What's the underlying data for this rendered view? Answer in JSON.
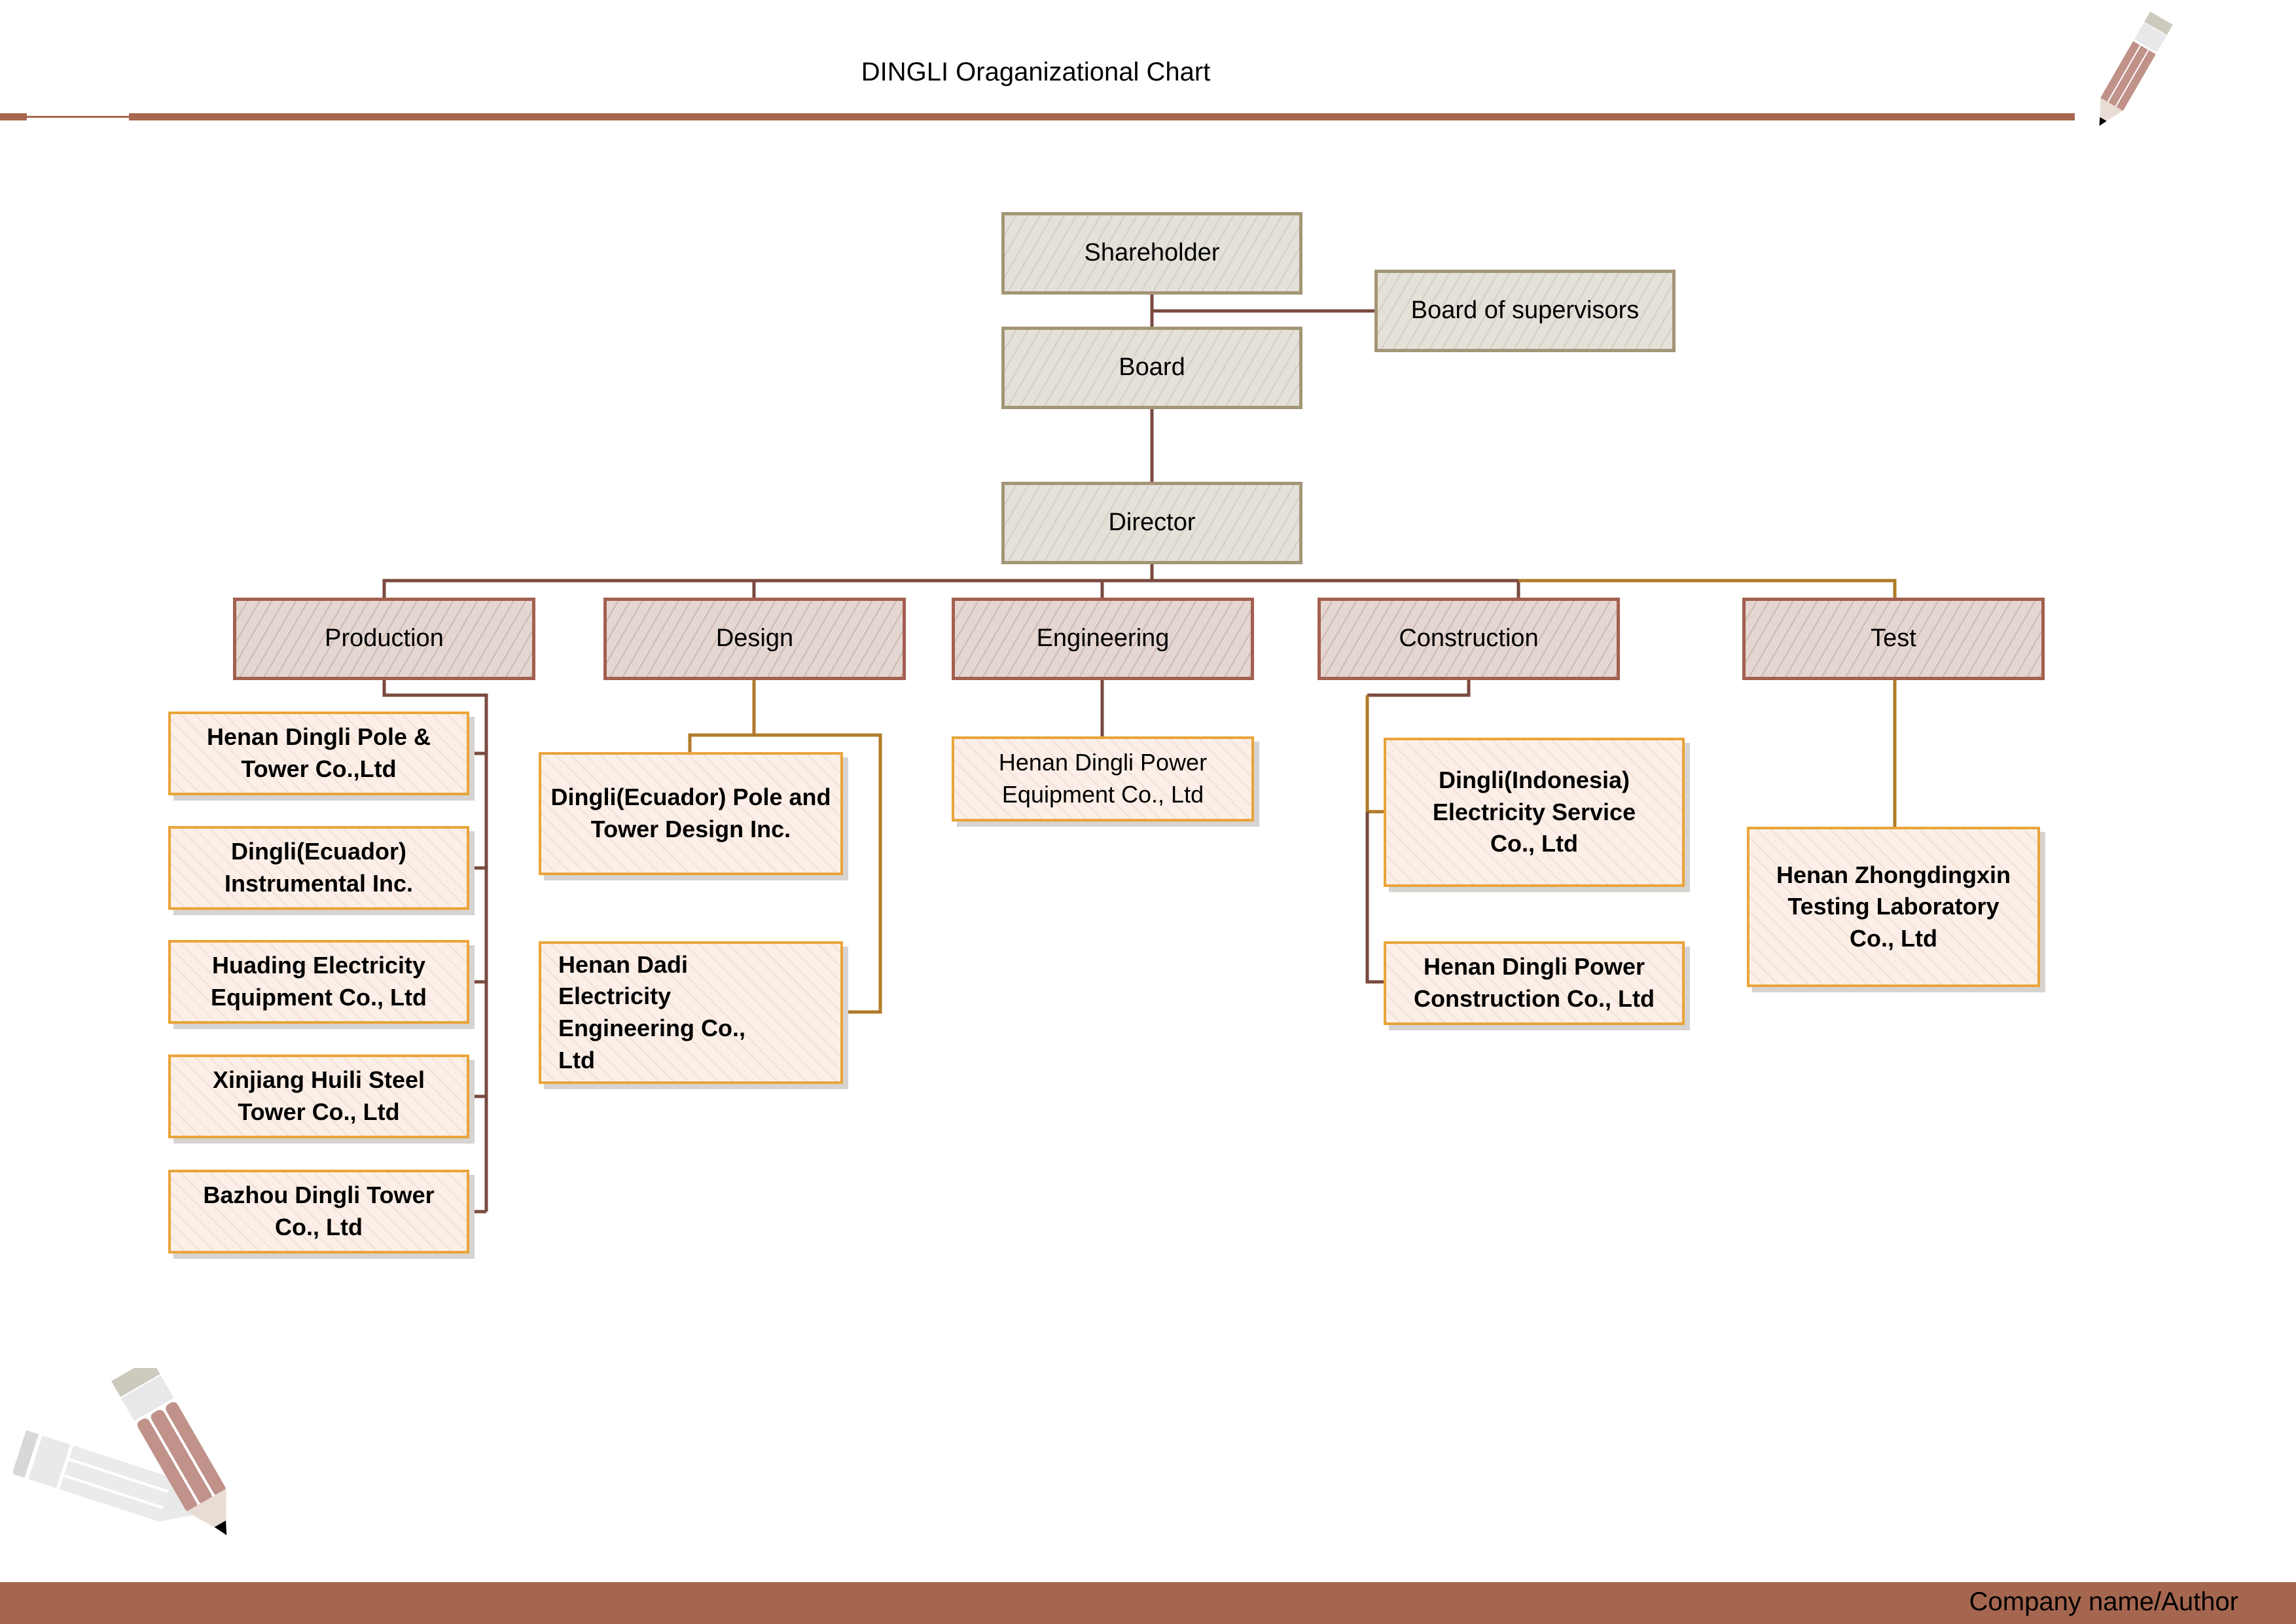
{
  "header": {
    "title": "DINGLI Oraganizational Chart"
  },
  "footer": {
    "text": "Company name/Author"
  },
  "colors": {
    "accent_bar": "#a8664f",
    "top_box_border": "#a39676",
    "dept_box_border": "#a3604f",
    "child_box_border": "#e9a43a",
    "connector_brown": "#7a4a3f",
    "connector_gold": "#b07a28"
  },
  "org": {
    "shareholder": "Shareholder",
    "board_of_supervisors": "Board of supervisors",
    "board": "Board",
    "director": "Director",
    "departments": [
      {
        "name": "Production",
        "children": [
          "Henan Dingli Pole & Tower Co.,Ltd",
          "Dingli(Ecuador) Instrumental Inc.",
          "Huading Electricity Equipment Co., Ltd",
          "Xinjiang Huili Steel Tower Co., Ltd",
          "Bazhou Dingli Tower Co., Ltd"
        ]
      },
      {
        "name": "Design",
        "children": [
          "Dingli(Ecuador) Pole and Tower Design Inc.",
          "Henan Dadi Electricity Engineering Co., Ltd"
        ]
      },
      {
        "name": "Engineering",
        "children": [
          "Henan Dingli Power Equipment Co., Ltd"
        ]
      },
      {
        "name": "Construction",
        "children": [
          "Dingli(Indonesia) Electricity Service Co., Ltd",
          "Henan Dingli Power Construction Co., Ltd"
        ]
      },
      {
        "name": "Test",
        "children": [
          "Henan Zhongdingxin Testing Laboratory Co., Ltd"
        ]
      }
    ]
  },
  "decorations": {
    "top_right_icon": "pencil-icon",
    "bottom_left_icon": "pencils-icon"
  }
}
